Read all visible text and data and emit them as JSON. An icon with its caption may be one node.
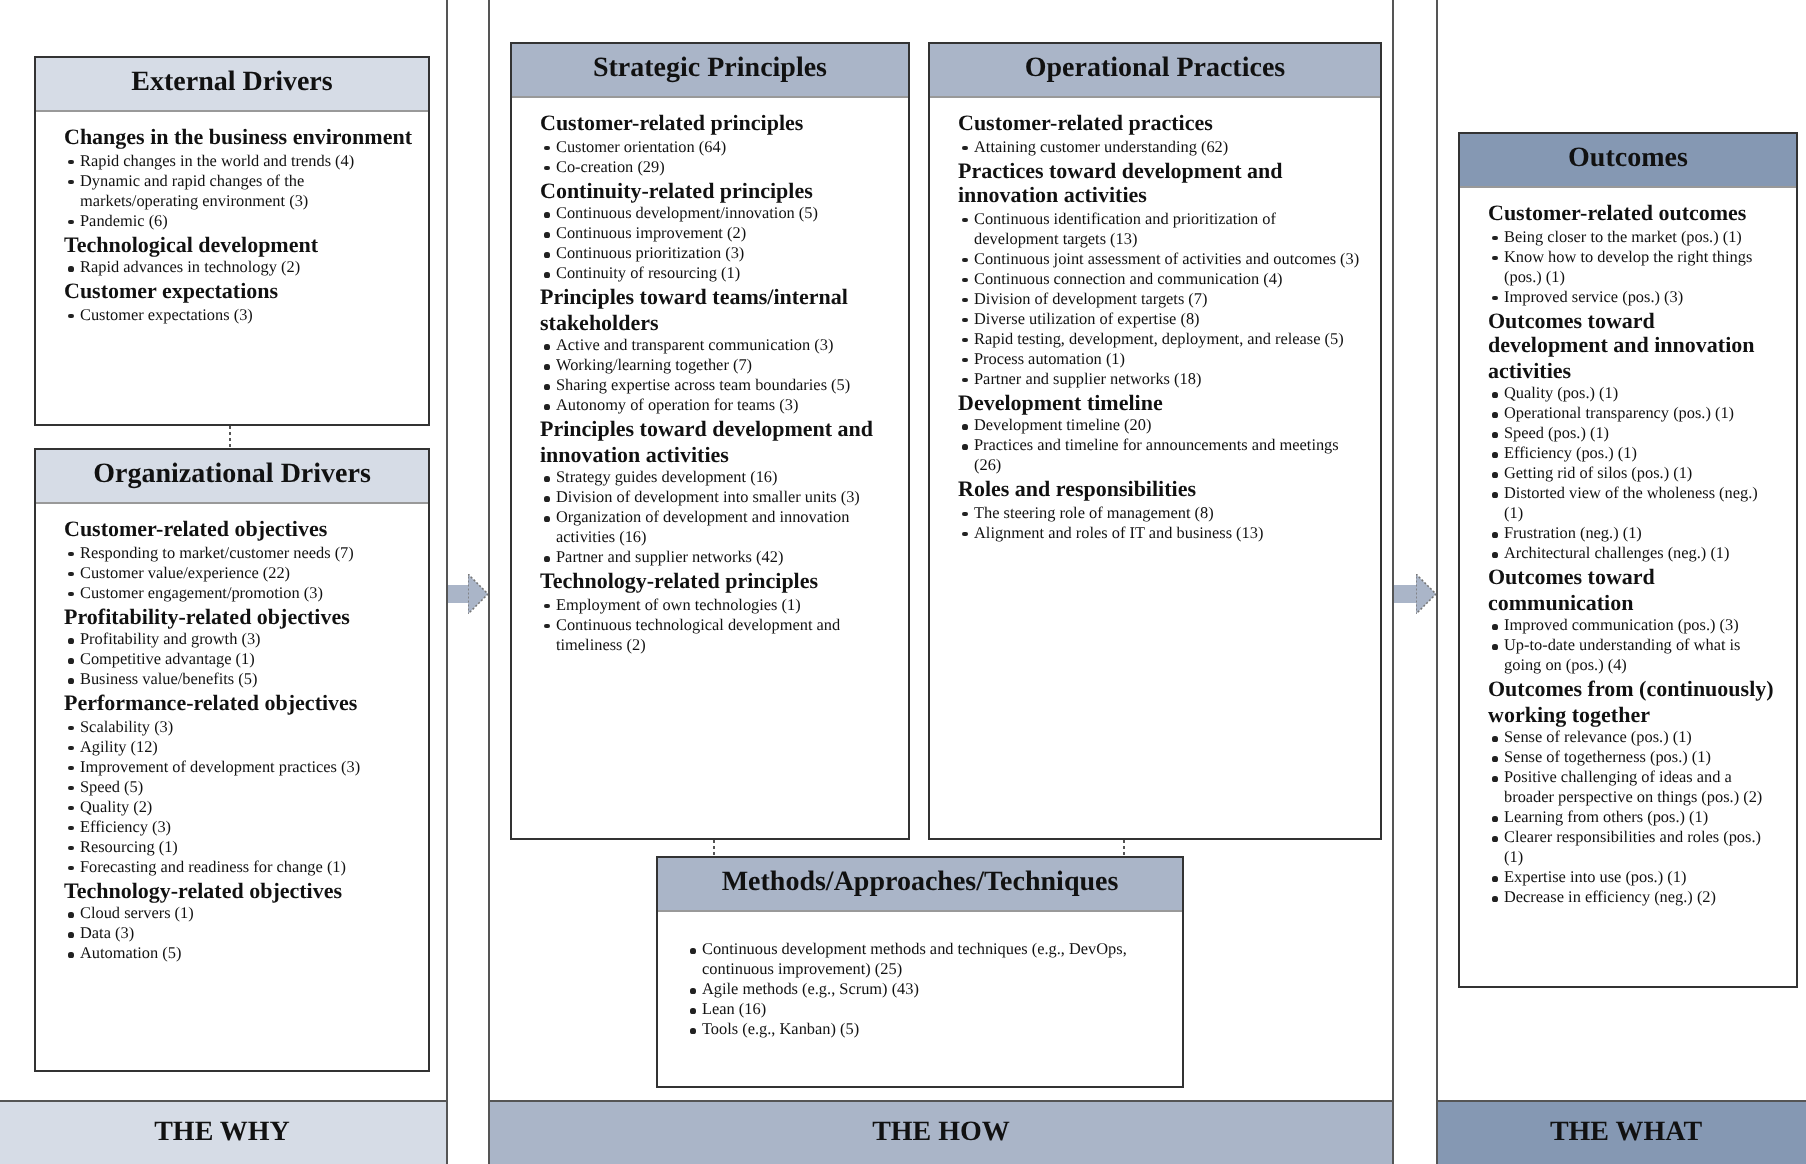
{
  "diagram": {
    "nodes": [
      {
        "text": [
          "THE WHY"
        ]
      },
      {
        "text": [
          "External Drivers",
          "Changes in the business environment",
          "Rapid changes in the world and trends (4)",
          "Dynamic and rapid changes of the markets/operating environment (3)",
          "Pandemic (6)",
          "Technological development",
          "Rapid advances in technology (2)",
          "Customer expectations",
          "Customer expectations (3)"
        ],
        "in": 0
      },
      {
        "text": [
          "Organizational Drivers",
          "Customer-related objectives",
          "Responding to market/customer needs (7)",
          "Customer value/experience (22)",
          "Customer engagement/promotion (3)",
          "Profitability-related objectives",
          "Profitability and growth (3)",
          "Competitive advantage (1)",
          "Business value/benefits (5)",
          "Performance-related objectives",
          "Scalability (3)",
          "Agility (12)",
          "Improvement of development practices (3)",
          "Speed (5)",
          "Quality (2)",
          "Efficiency (3)",
          "Resourcing (1)",
          "Forecasting and readiness for change (1)",
          "Technology-related objectives",
          "Cloud servers (1)",
          "Data (3)",
          "Automation (5)"
        ],
        "in": 0
      },
      {
        "text": [
          "THE HOW"
        ]
      },
      {
        "text": [
          "Strategic Principles",
          "Customer-related principles",
          "Customer orientation (64)",
          "Co-creation (29)",
          "Continuity-related principles",
          "Continuous development/innovation (5)",
          "Continuous improvement (2)",
          "Continuous prioritization (3)",
          "Continuity of resourcing (1)",
          "Principles toward teams/internal stakeholders",
          "Active and transparent communication (3)",
          "Working/learning together (7)",
          "Sharing expertise across team boundaries (5)",
          "Autonomy of operation for teams (3)",
          "Principles toward development and innovation activities",
          "Strategy guides development (16)",
          "Division of development into smaller units (3)",
          "Organization of development and innovation activities (16)",
          "Partner and supplier networks (42)",
          "Technology-related principles",
          "Employment of own technologies (1)",
          "Continuous technological development and timeliness (2)"
        ],
        "in": 3
      },
      {
        "text": [
          "Operational Practices",
          "Customer-related practices",
          "Attaining customer understanding (62)",
          "Practices toward development and innovation activities",
          "Continuous identification and prioritization of development targets (13)",
          "Continuous joint assessment of activities and outcomes (3)",
          "Continuous connection and communication (4)",
          "Division of development targets (7)",
          "Diverse utilization of expertise (8)",
          "Rapid testing, development, deployment, and release (5)",
          "Process automation (1)",
          "Partner and supplier networks (18)",
          "Development timeline",
          "Development timeline (20)",
          "Practices and timeline for announcements and meetings (26)",
          "Roles and responsibilities",
          "The steering role of management (8)",
          "Alignment and roles of IT and business (13)"
        ],
        "in": 3
      },
      {
        "text": [
          "Methods/Approaches/Techniques",
          "Continuous development methods and techniques (e.g., DevOps, continuous improvement) (25)",
          "Agile methods (e.g., Scrum) (43)",
          "Lean (16)",
          "Tools (e.g., Kanban) (5)"
        ],
        "in": 3
      },
      {
        "text": [
          "THE WHAT"
        ]
      },
      {
        "text": [
          "Outcomes",
          "Customer-related outcomes",
          "Being closer to the market (pos.) (1)",
          "Know how to develop the right things (pos.) (1)",
          "Improved service (pos.) (3)",
          "Outcomes toward development and innovation activities",
          "Quality (pos.) (1)",
          "Operational transparency (pos.) (1)",
          "Speed (pos.) (1)",
          "Efficiency (pos.) (1)",
          "Getting rid of silos (pos.) (1)",
          "Distorted view of the wholeness (neg.) (1)",
          "Frustration (neg.) (1)",
          "Architectural challenges (neg.) (1)",
          "Outcomes toward communication",
          "Improved communication (pos.) (3)",
          "Up-to-date understanding of what is going on (pos.) (4)",
          "Outcomes from (continuously) working together",
          "Sense of relevance (pos.) (1)",
          "Sense of togetherness (pos.) (1)",
          "Positive challenging of ideas and a broader perspective on things (pos.) (2)",
          "Learning from others (pos.) (1)",
          "Clearer responsibilities and roles (pos.) (1)",
          "Expertise into use (pos.) (1)",
          "Decrease in efficiency (neg.) (2)"
        ],
        "in": 7
      }
    ],
    "edges": [
      {
        "from": 1,
        "to": 2,
        "arrow": "none",
        "style": "dashed"
      },
      {
        "from": 0,
        "to": 3,
        "arrow": "to",
        "style": "thick",
        "color": "#aab5c8"
      },
      {
        "from": 4,
        "to": 6,
        "arrow": "none",
        "style": "dashed"
      },
      {
        "from": 5,
        "to": 6,
        "arrow": "none",
        "style": "dashed"
      },
      {
        "from": 3,
        "to": 7,
        "arrow": "to",
        "style": "thick",
        "color": "#aab5c8"
      }
    ]
  }
}
